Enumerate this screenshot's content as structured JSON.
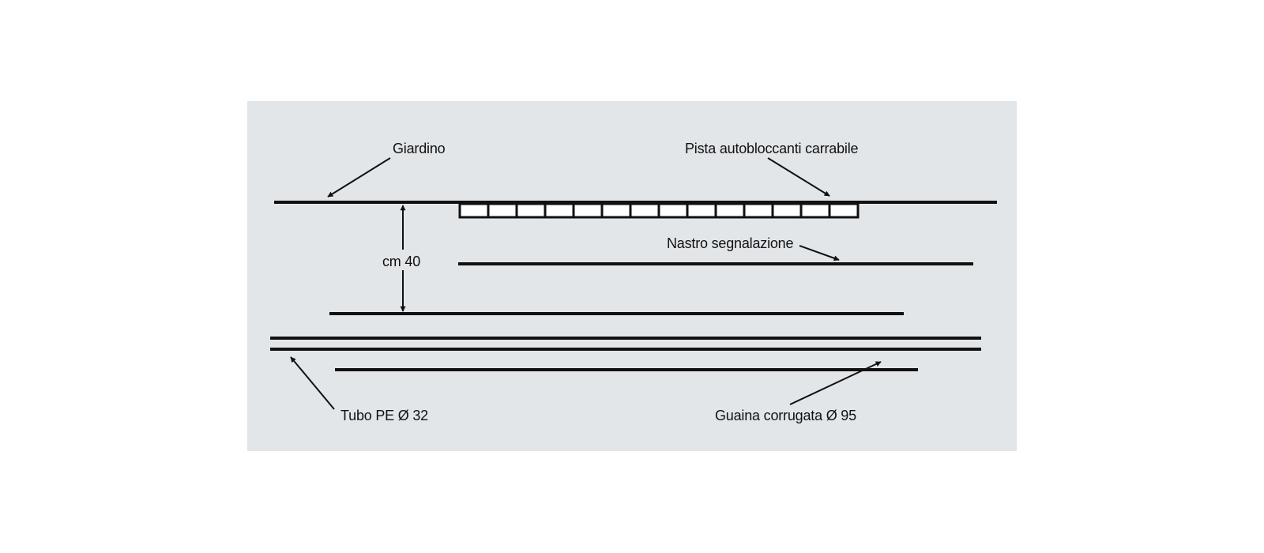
{
  "labels": {
    "garden": "Giardino",
    "paving": "Pista autobloccanti carrabile",
    "tape": "Nastro segnalazione",
    "depth": "cm 40",
    "pipe": "Tubo PE Ø 32",
    "sheath": "Guaina corrugata Ø 95"
  },
  "colors": {
    "panel": "#e3e6e9",
    "line": "#111111",
    "page": "#ffffff"
  },
  "paving_block_count": 14
}
